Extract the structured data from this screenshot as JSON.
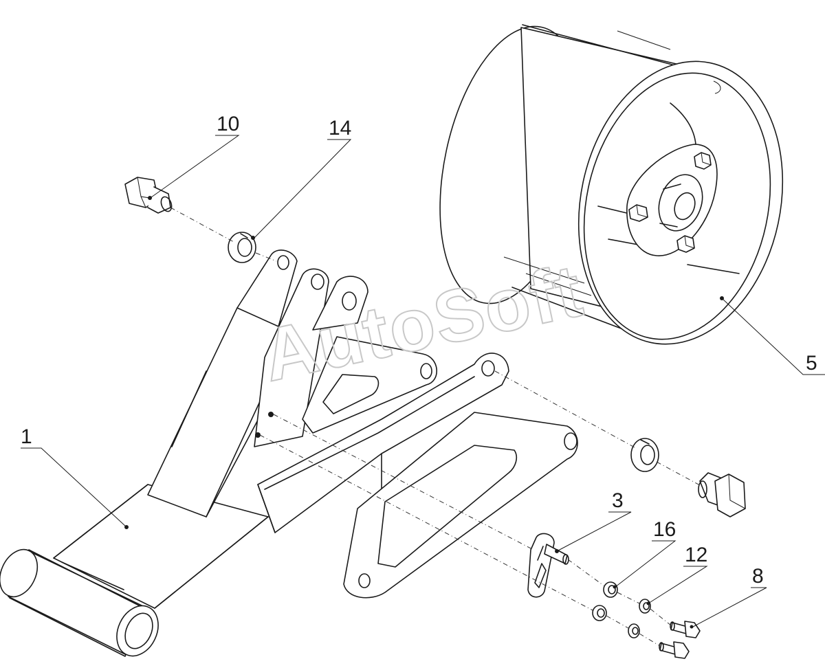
{
  "watermark": "AutoSoft",
  "callouts": {
    "c1": "1",
    "c3": "3",
    "c5": "5",
    "c8": "8",
    "c10": "10",
    "c12": "12",
    "c14": "14",
    "c16": "16"
  }
}
